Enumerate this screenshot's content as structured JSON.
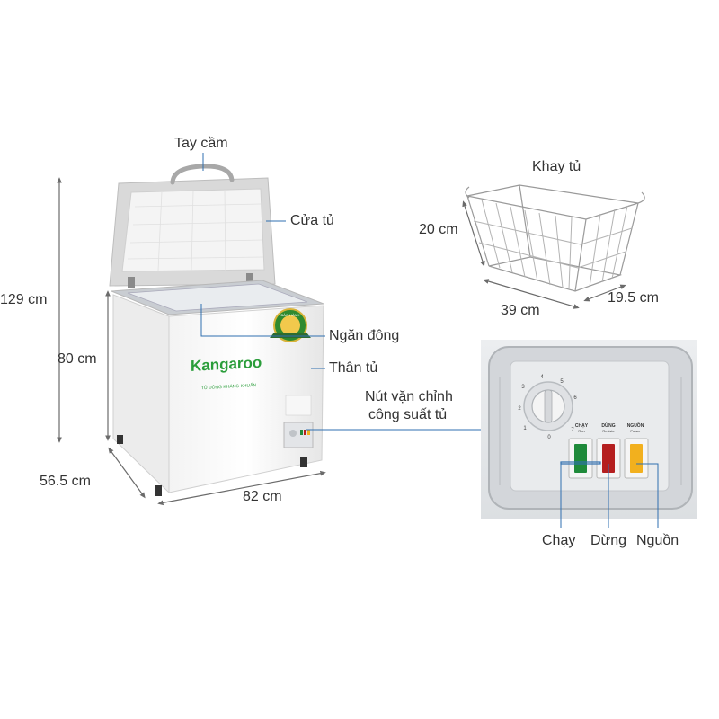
{
  "labels": {
    "handle": "Tay cầm",
    "door": "Cửa tủ",
    "freezer_compartment": "Ngăn đông",
    "body": "Thân tủ",
    "knob_line1": "Nút vặn chỉnh",
    "knob_line2": "công suất tủ",
    "run": "Chạy",
    "stop": "Dừng",
    "power": "Nguồn",
    "basket": "Khay tủ"
  },
  "dimensions": {
    "total_height": "129 cm",
    "body_height": "80 cm",
    "depth": "56.5 cm",
    "width": "82 cm",
    "basket_height": "20 cm",
    "basket_width": "39 cm",
    "basket_depth": "19.5 cm"
  },
  "brand": {
    "name": "Kangaroo",
    "tagline": "TỦ ĐÔNG KHÁNG KHUẨN",
    "badge": "BẢO HÀNH"
  },
  "control_panel": {
    "dial_numbers": [
      "0",
      "1",
      "2",
      "3",
      "4",
      "5",
      "6",
      "7"
    ],
    "run_label": "CHẠY",
    "run_sub": "Run",
    "stop_label": "DỪNG",
    "stop_sub": "Resiste",
    "power_label": "NGUỒN",
    "power_sub": "Power"
  },
  "colors": {
    "run_lamp": "#1f8a3a",
    "stop_lamp": "#b51f1f",
    "power_lamp": "#f2b01e",
    "callout_line": "#2f6fb0",
    "dimension_line": "#6b6b6b",
    "brand_green": "#2a9d3a"
  }
}
